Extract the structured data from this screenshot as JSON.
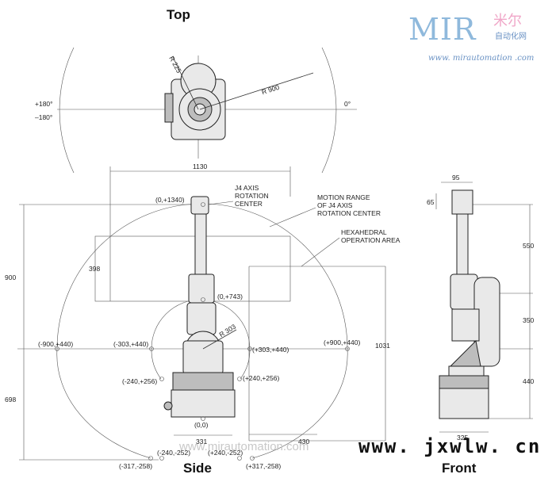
{
  "views": {
    "top": "Top",
    "side": "Side",
    "front": "Front"
  },
  "top_view": {
    "r225": "R 225",
    "r900": "R 900",
    "p180": "+180°",
    "m180": "–180°",
    "zero": "0°"
  },
  "side_view": {
    "dim_1130": "1130",
    "dim_900": "900",
    "dim_398": "398",
    "dim_698": "698",
    "dim_1031": "1031",
    "dim_430": "430",
    "dim_331": "331",
    "r303": "R 303",
    "pt_top": "(0,+1340)",
    "pt_743": "(0,+743)",
    "pt_m900": "(-900,+440)",
    "pt_m303": "(-303,+440)",
    "pt_p303": "(+303,+440)",
    "pt_p900": "(+900,+440)",
    "pt_m240_256": "(-240,+256)",
    "pt_p240_256": "(+240,+256)",
    "pt_origin": "(0,0)",
    "pt_m240_252": "(-240,-252)",
    "pt_p240_252": "(+240,-252)",
    "pt_m317": "(-317,-258)",
    "pt_p317": "(+317,-258)",
    "j4_1": "J4 AXIS",
    "j4_2": "ROTATION",
    "j4_3": "CENTER",
    "mr_1": "MOTION RANGE",
    "mr_2": "OF J4 AXIS",
    "mr_3": "ROTATION CENTER",
    "hx_1": "HEXAHEDRAL",
    "hx_2": "OPERATION AREA"
  },
  "front_view": {
    "dim_95": "95",
    "dim_65": "65",
    "dim_550": "550",
    "dim_350": "350",
    "dim_440": "440",
    "dim_325": "325"
  },
  "logo": {
    "mir": "MIR",
    "cn_big": "米尔",
    "cn_small": "自动化网",
    "url": "www. mirautomation .com"
  },
  "watermark": {
    "main": "www. jxwlw. cn",
    "faint": "www.mirautomation.com"
  }
}
